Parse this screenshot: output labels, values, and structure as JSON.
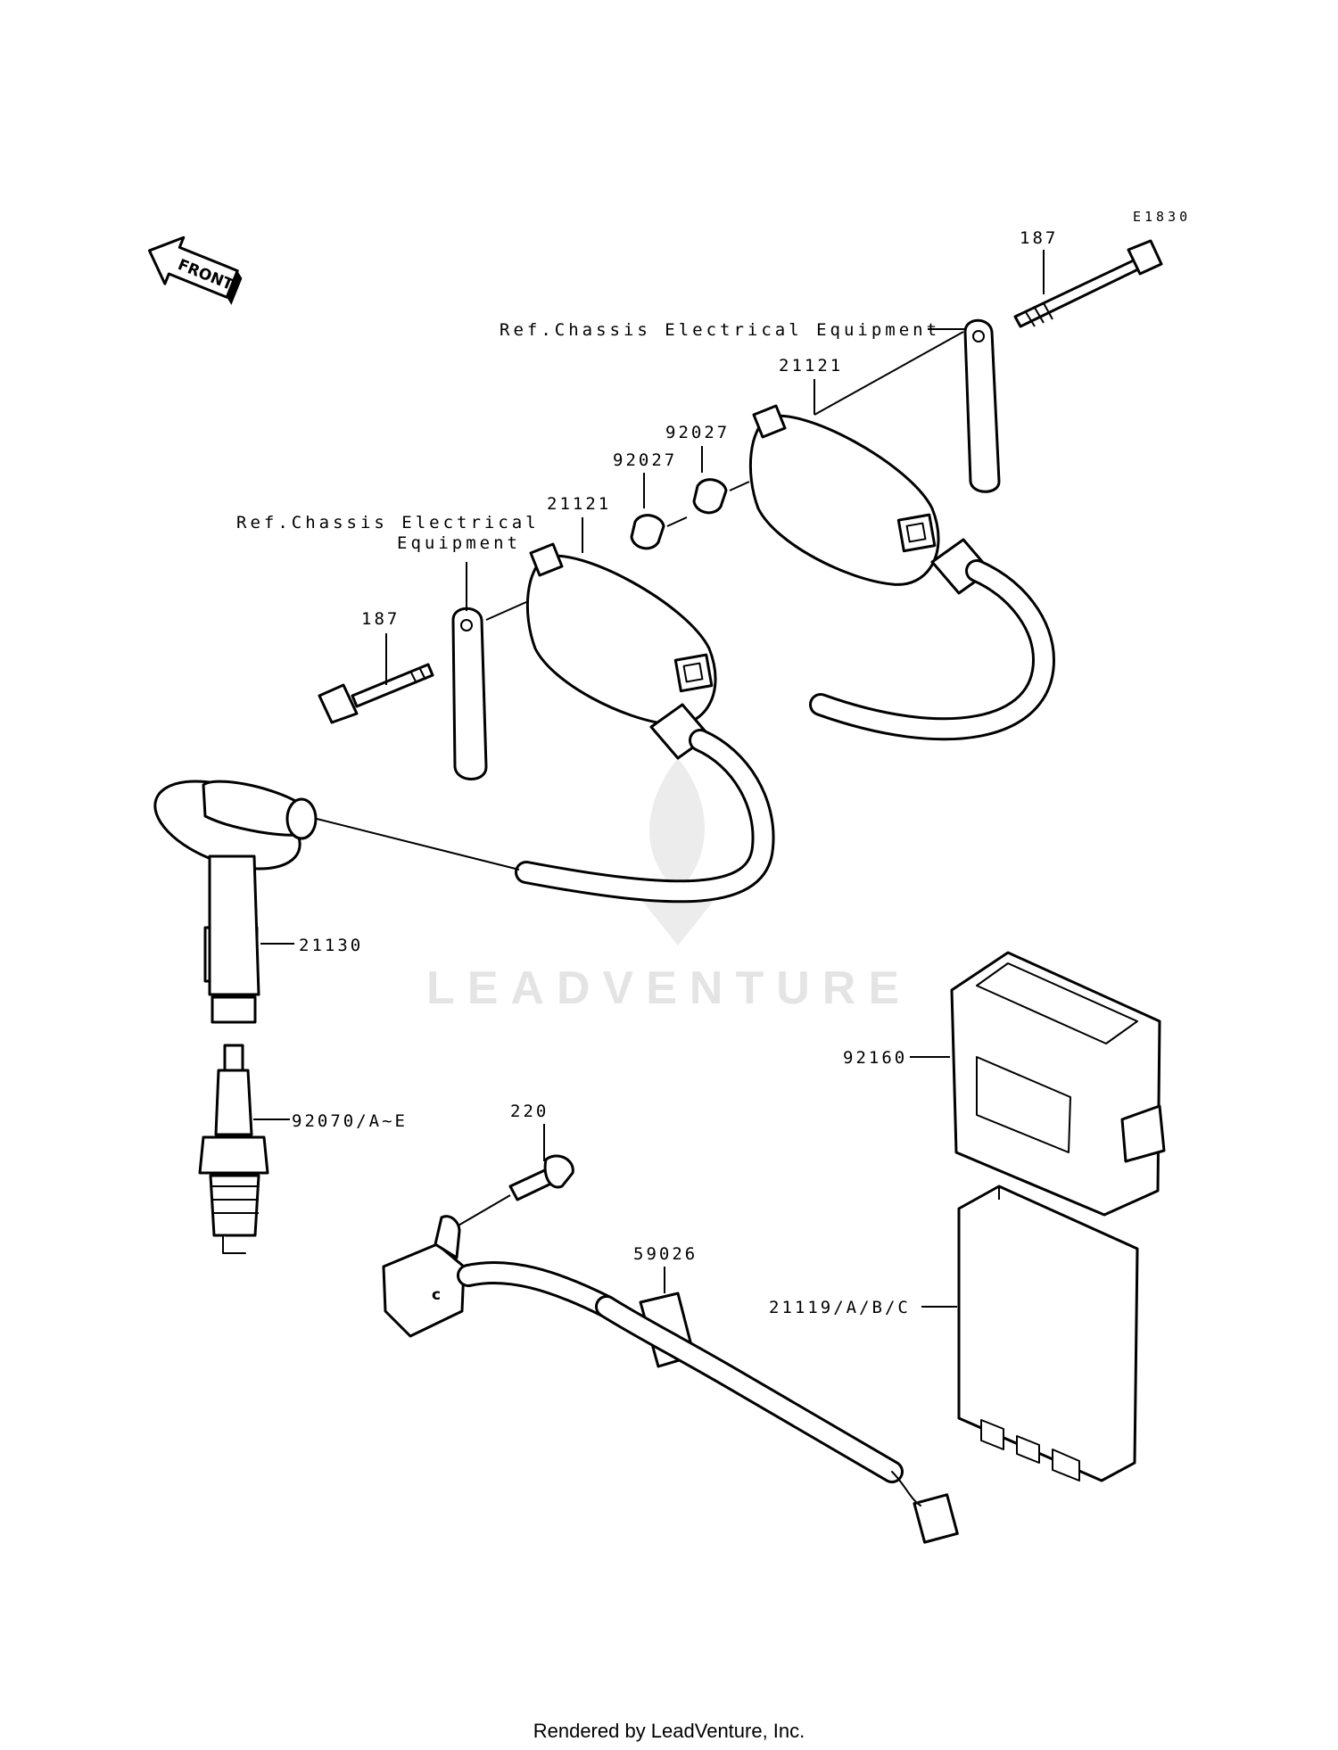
{
  "diagram_code": "E1830",
  "front_label": "FRONT",
  "watermark": "LEADVENTURE",
  "footer": "Rendered by LeadVenture, Inc.",
  "references": {
    "upper": "Ref.Chassis Electrical Equipment",
    "lower_line1": "Ref.Chassis Electrical",
    "lower_line2": "Equipment"
  },
  "callouts": {
    "bolt_upper": "187",
    "bolt_lower": "187",
    "coil_upper": "21121",
    "coil_lower": "21121",
    "spacer_upper": "92027",
    "spacer_lower": "92027",
    "plug_cap": "21130",
    "spark_plug": "92070/A~E",
    "screw": "220",
    "sensor_clamp": "59026",
    "cdi_cover": "92160",
    "cdi_unit": "21119/A/B/C"
  }
}
